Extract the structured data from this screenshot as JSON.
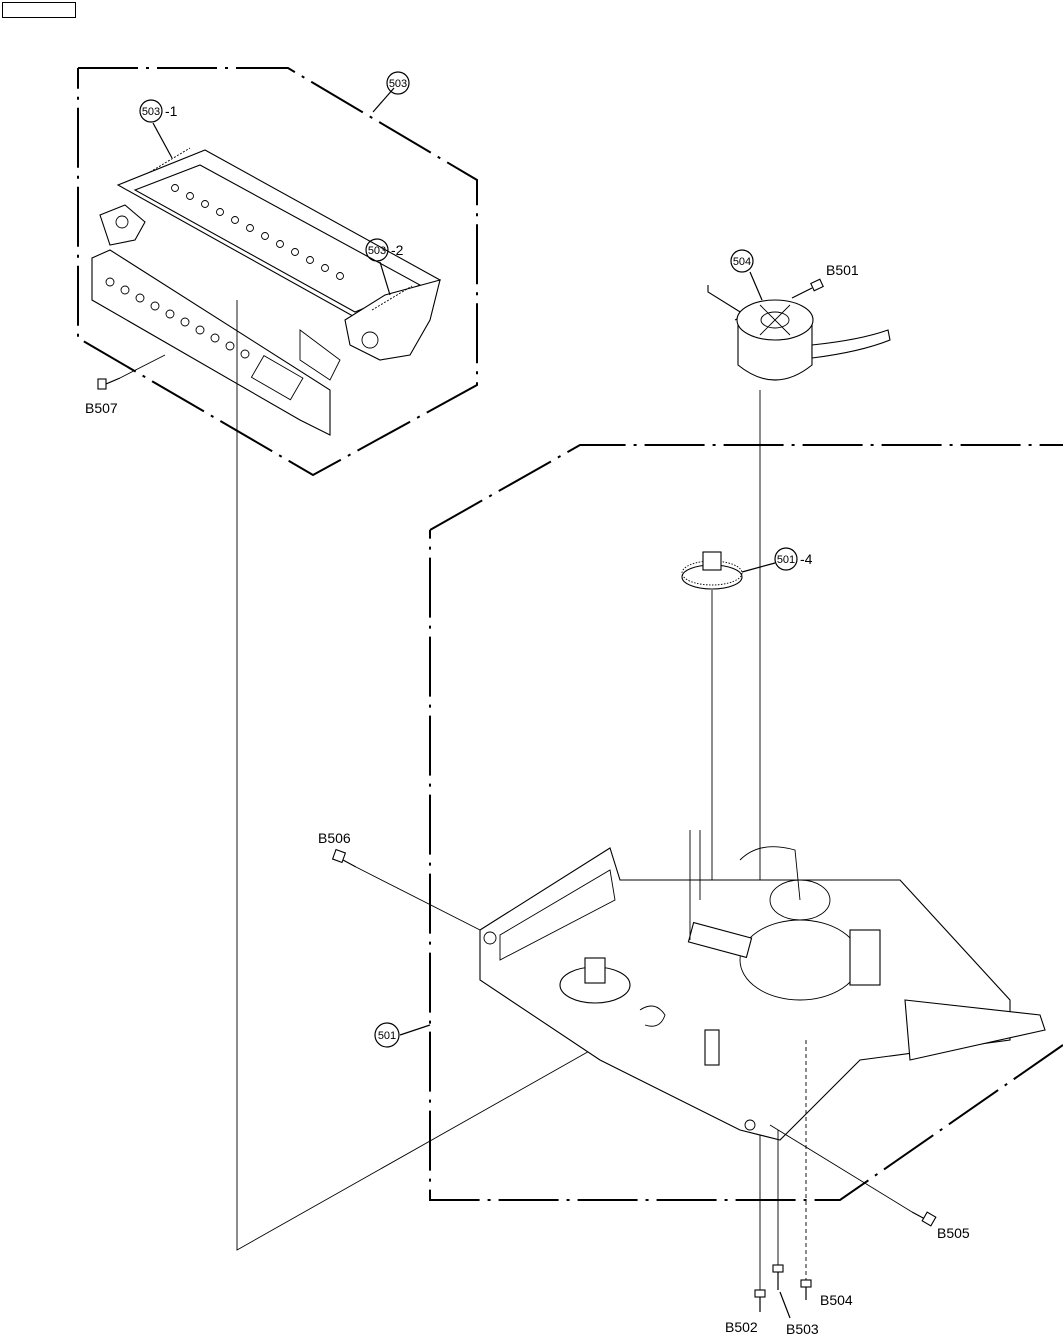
{
  "callouts": {
    "c503": "503",
    "c503_1": "503",
    "c503_1_suffix": "-1",
    "c503_2": "503",
    "c503_2_suffix": "-2",
    "c504": "504",
    "c501_4": "501",
    "c501_4_suffix": "-4",
    "c501": "501"
  },
  "screws": {
    "b501": "B501",
    "b502": "B502",
    "b503": "B503",
    "b504": "B504",
    "b505": "B505",
    "b506": "B506",
    "b507": "B507"
  }
}
